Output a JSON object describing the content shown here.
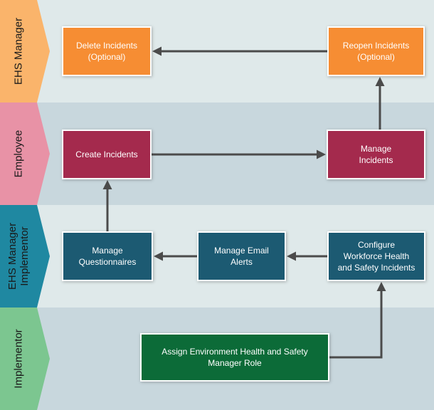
{
  "diagram": {
    "type": "swimlane-flowchart",
    "colors": {
      "lane_bg_light": "#dfe9ea",
      "lane_bg_dark": "#c8d7dd",
      "arrow": "#4b4b4b",
      "node_text": "#ffffff",
      "lane_label_text": "#1a1a1a",
      "node_border": "#ffffff"
    },
    "lanes": [
      {
        "id": "ehs-manager",
        "label": "EHS Manager",
        "chevron_color": "#fab46b",
        "bg": "#dfe9ea"
      },
      {
        "id": "employee",
        "label": "Employee",
        "chevron_color": "#e892a6",
        "bg": "#c8d7dd"
      },
      {
        "id": "ehs-manager-implementor",
        "label": "EHS Manager\nImplementor",
        "chevron_color": "#1f88a1",
        "bg": "#dfe9ea"
      },
      {
        "id": "implementor",
        "label": "Implementor",
        "chevron_color": "#7cc690",
        "bg": "#c8d7dd"
      }
    ],
    "nodes": {
      "delete_incidents": {
        "label": "Delete Incidents\n(Optional)",
        "color": "#f68d33",
        "lane": "EHS Manager"
      },
      "reopen_incidents": {
        "label": "Reopen Incidents\n(Optional)",
        "color": "#f68d33",
        "lane": "EHS Manager"
      },
      "create_incidents": {
        "label": "Create Incidents",
        "color": "#a42a4d",
        "lane": "Employee"
      },
      "manage_incidents": {
        "label": "Manage\nIncidents",
        "color": "#a42a4d",
        "lane": "Employee"
      },
      "manage_questionnaires": {
        "label": "Manage\nQuestionnaires",
        "color": "#1c5a72",
        "lane": "EHS Manager Implementor"
      },
      "manage_email_alerts": {
        "label": "Manage Email\nAlerts",
        "color": "#1c5a72",
        "lane": "EHS Manager Implementor"
      },
      "configure_whs_incidents": {
        "label": "Configure\nWorkforce Health\nand Safety Incidents",
        "color": "#1c5a72",
        "lane": "EHS Manager Implementor"
      },
      "assign_ehs_manager_role": {
        "label": "Assign Environment Health and Safety\nManager Role",
        "color": "#0c6b38",
        "lane": "Implementor"
      }
    },
    "flow": [
      {
        "from": "assign_ehs_manager_role",
        "to": "configure_whs_incidents"
      },
      {
        "from": "configure_whs_incidents",
        "to": "manage_email_alerts"
      },
      {
        "from": "manage_email_alerts",
        "to": "manage_questionnaires"
      },
      {
        "from": "manage_questionnaires",
        "to": "create_incidents"
      },
      {
        "from": "create_incidents",
        "to": "manage_incidents"
      },
      {
        "from": "manage_incidents",
        "to": "reopen_incidents"
      },
      {
        "from": "reopen_incidents",
        "to": "delete_incidents"
      }
    ]
  }
}
